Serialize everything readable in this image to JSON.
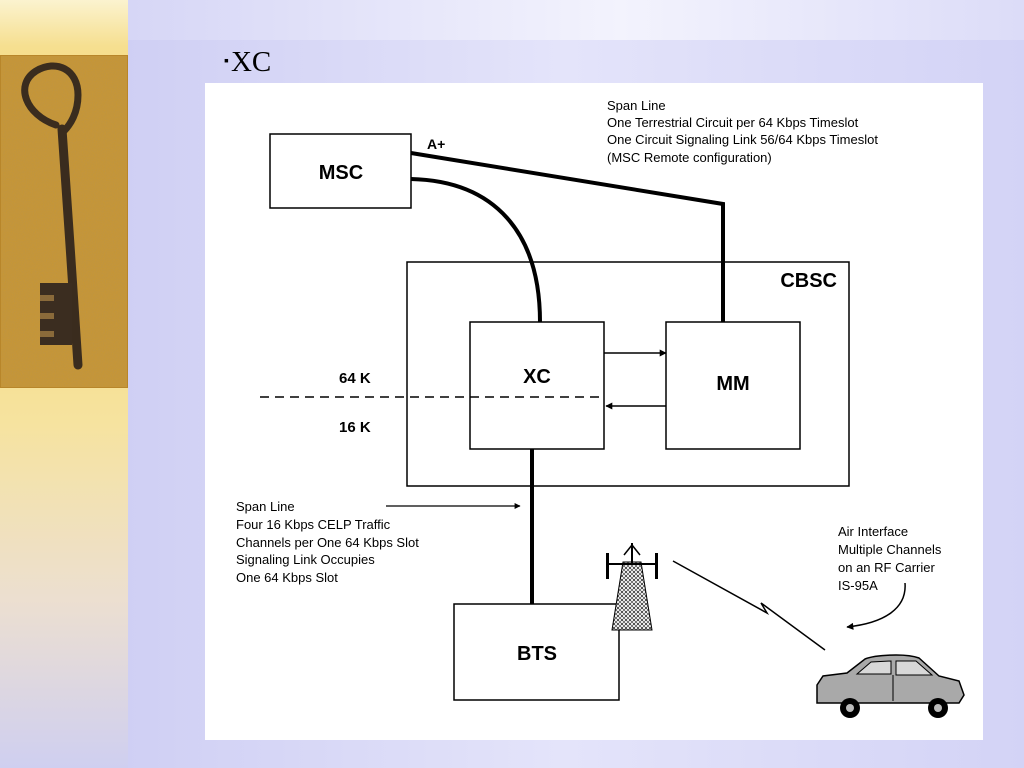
{
  "slide": {
    "bullet": "▪",
    "title": "XC"
  },
  "diagram": {
    "boxes": {
      "msc": "MSC",
      "cbsc": "CBSC",
      "xc": "XC",
      "mm": "MM",
      "bts": "BTS"
    },
    "labels": {
      "a_plus": "A+",
      "rate_64k": "64 K",
      "rate_16k": "16 K"
    },
    "notes": {
      "span_line_top": [
        "Span Line",
        "One Terrestrial Circuit per 64 Kbps Timeslot",
        "One Circuit Signaling Link 56/64 Kbps Timeslot",
        "(MSC Remote configuration)"
      ],
      "span_line_left": [
        "Span Line",
        "Four 16 Kbps CELP Traffic",
        "Channels per One 64 Kbps Slot",
        "Signaling Link Occupies",
        "One 64 Kbps Slot"
      ],
      "air_interface": [
        "Air Interface",
        "Multiple Channels",
        "on an RF Carrier",
        "IS-95A"
      ]
    },
    "icons": {
      "photo": "door-key-photo",
      "tower": "antenna-tower-icon",
      "vehicle": "car-icon",
      "radio_link": "lightning-link-icon"
    }
  }
}
